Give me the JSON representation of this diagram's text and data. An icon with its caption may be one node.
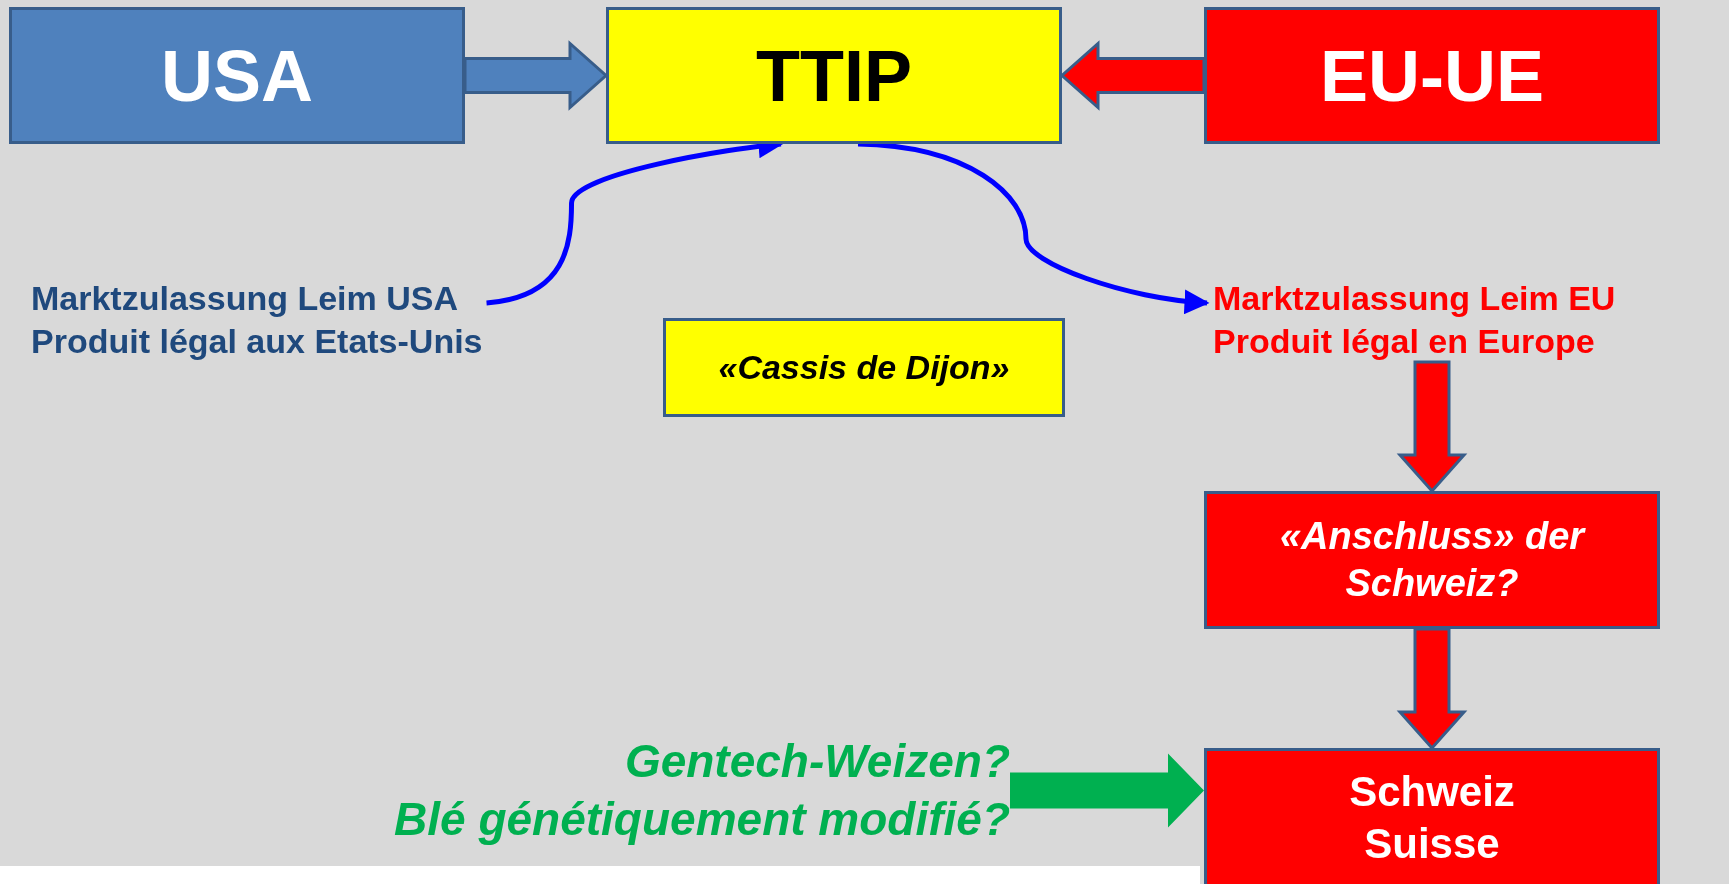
{
  "diagram": {
    "nodes": [
      {
        "text": [
          "USA"
        ]
      },
      {
        "text": [
          "TTIP"
        ]
      },
      {
        "text": [
          "EU-UE"
        ]
      },
      {
        "text": [
          "Marktzulassung Leim USA",
          "Produit légal aux Etats-Unis"
        ]
      },
      {
        "text": [
          "«Cassis de Dijon»"
        ]
      },
      {
        "text": [
          "Marktzulassung Leim EU",
          "Produit légal en Europe"
        ]
      },
      {
        "text": [
          "«Anschluss» der Schweiz?"
        ]
      },
      {
        "text": [
          "Gentech-Weizen?",
          "Blé génétiquement modifié?"
        ]
      },
      {
        "text": [
          "Schweiz",
          "Suisse"
        ]
      }
    ],
    "edges": [
      {
        "from": 0,
        "to": 1,
        "arrow": "to",
        "style": "thick",
        "color": "#4f81bd"
      },
      {
        "from": 2,
        "to": 1,
        "arrow": "to",
        "style": "thick"
      },
      {
        "from": 3,
        "to": 1,
        "arrow": "to",
        "color": "#0000ff"
      },
      {
        "from": 1,
        "to": 5,
        "arrow": "to",
        "color": "#0000ff"
      },
      {
        "from": 5,
        "to": 6,
        "arrow": "to",
        "style": "thick"
      },
      {
        "from": 6,
        "to": 8,
        "arrow": "to",
        "style": "thick"
      },
      {
        "from": 7,
        "to": 8,
        "arrow": "to",
        "style": "thick",
        "color": "#00b050"
      }
    ]
  }
}
